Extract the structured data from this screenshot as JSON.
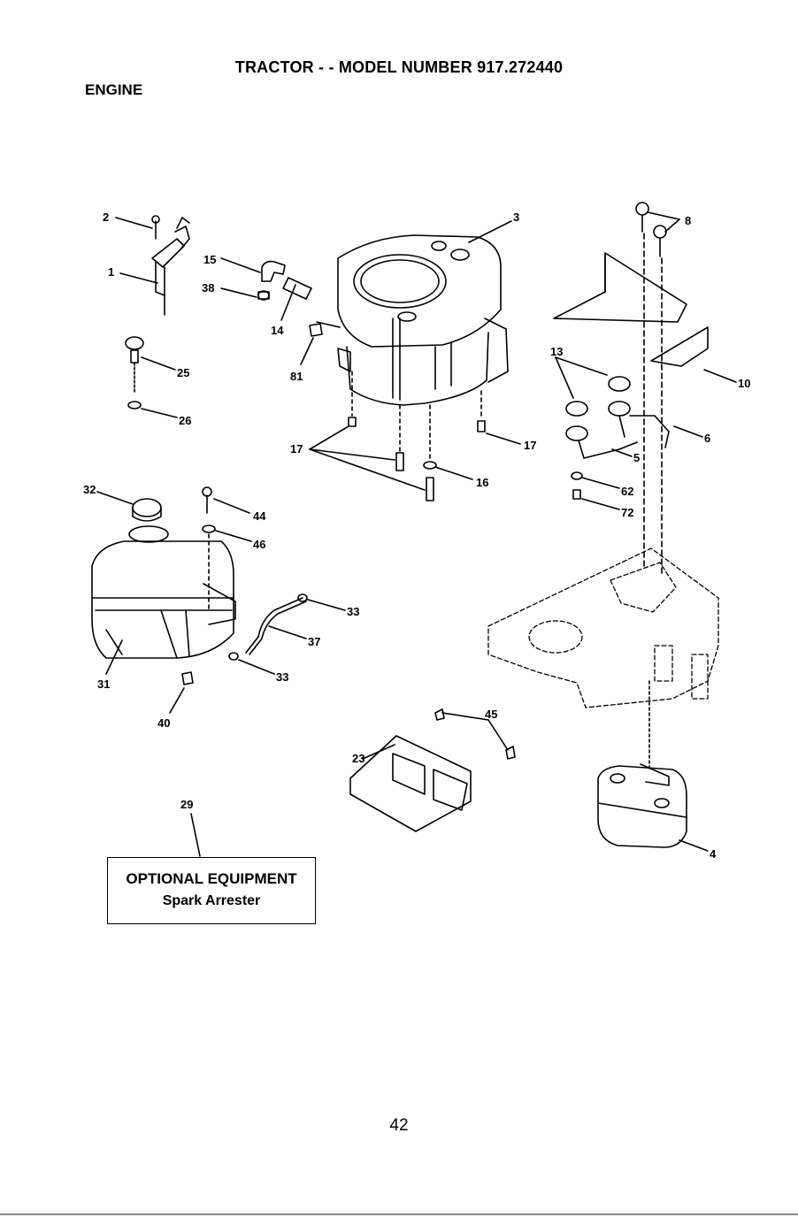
{
  "header": {
    "title": "TRACTOR - - MODEL NUMBER 917.272440",
    "section": "ENGINE"
  },
  "parts": {
    "p1": "1",
    "p2": "2",
    "p3": "3",
    "p4": "4",
    "p5": "5",
    "p6": "6",
    "p8": "8",
    "p10": "10",
    "p13": "13",
    "p14": "14",
    "p15": "15",
    "p16": "16",
    "p17a": "17",
    "p17b": "17",
    "p23": "23",
    "p25": "25",
    "p26": "26",
    "p29": "29",
    "p31": "31",
    "p32": "32",
    "p33a": "33",
    "p33b": "33",
    "p37": "37",
    "p38": "38",
    "p40": "40",
    "p44": "44",
    "p45": "45",
    "p46": "46",
    "p62": "62",
    "p72": "72",
    "p81": "81"
  },
  "optional_box": {
    "line1": "OPTIONAL EQUIPMENT",
    "line2": "Spark Arrester"
  },
  "footer": {
    "page_number": "42"
  }
}
